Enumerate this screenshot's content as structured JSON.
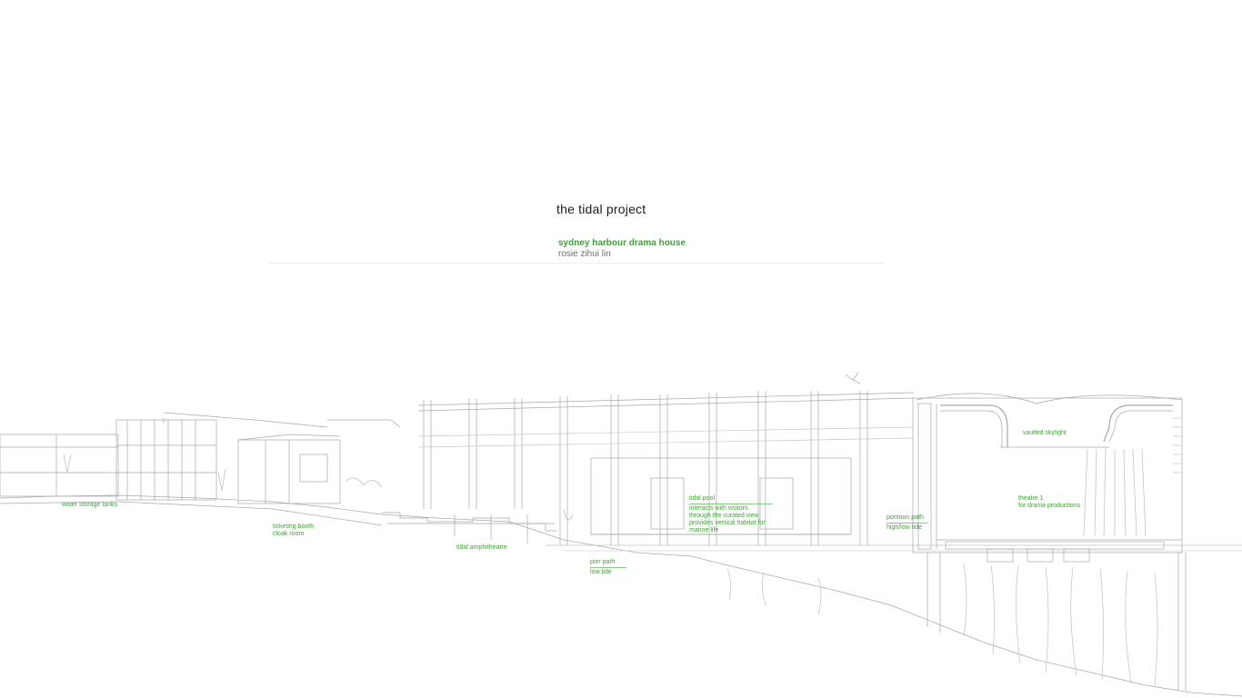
{
  "header": {
    "title": "the tidal project",
    "subtitle": "sydney harbour drama house",
    "author": "rosie zihui lin"
  },
  "colors": {
    "label_green": "#3da535",
    "line_grey": "#9a9a9a",
    "title_black": "#1a1a1a"
  },
  "labels": {
    "water_storage": "water storage tanks",
    "ticketing_line1": "ticketing booth",
    "ticketing_line2": "cloak room",
    "amphitheatre": "tidal amphitheatre",
    "pier_line1": "pier path",
    "pier_line2": "low tide",
    "tidal_pool_title": "tidal pool",
    "tidal_pool_line1": "interacts with visitors",
    "tidal_pool_line2": "through the curated view",
    "tidal_pool_line3": "provides vertical habitat for",
    "tidal_pool_line4": "marine life",
    "pontoon_line1": "pontoon path",
    "pontoon_line2": "high/low tide",
    "skylight": "vaulted skylight",
    "theatre_line1": "theatre 1",
    "theatre_line2": "for drama productions"
  }
}
